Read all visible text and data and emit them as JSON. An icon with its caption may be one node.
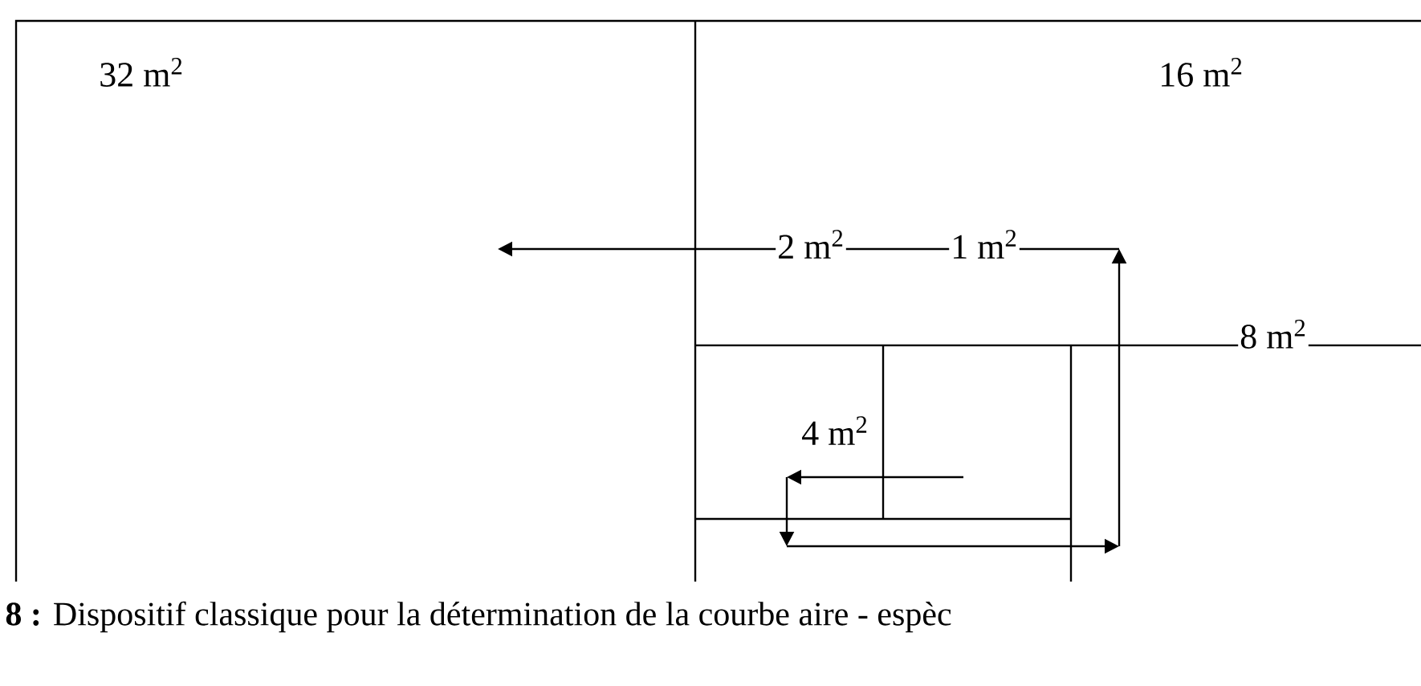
{
  "diagram": {
    "caption": "**8 :** Dispositif classique pour la détermination de la courbe aire - espèc",
    "labels": [
      "32 m$^{2}$",
      "16 m$^{2}$",
      "2 m$^{2}$",
      "1 m$^{2}$",
      "8 m$^{2}$",
      "4 m$^{2}$"
    ]
  }
}
